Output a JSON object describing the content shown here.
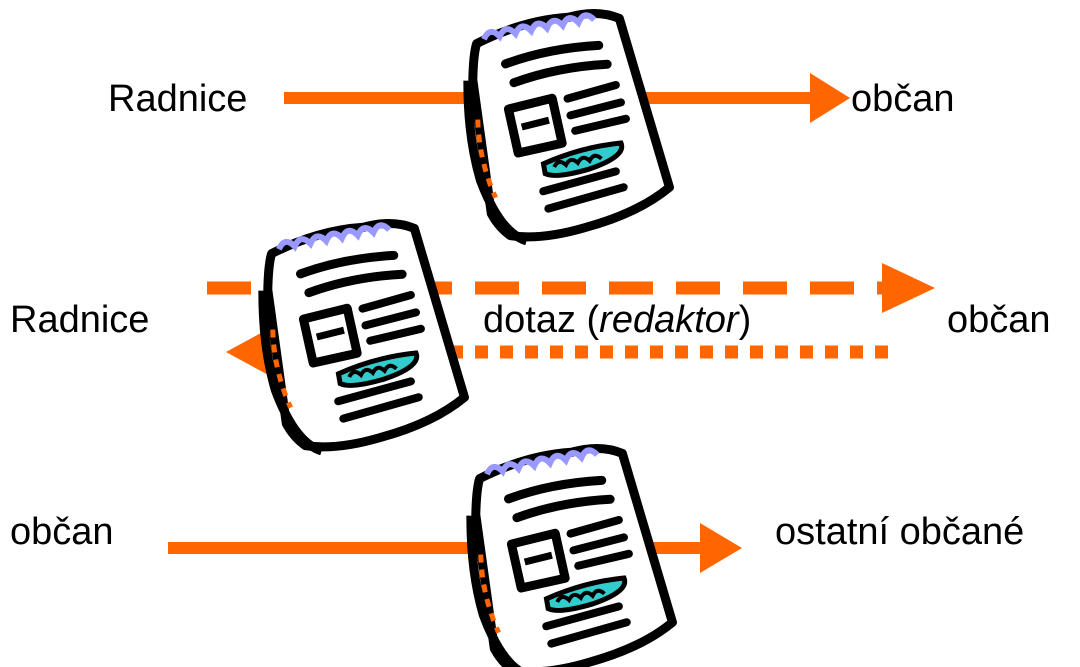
{
  "colors": {
    "arrow": "#ff6600",
    "ink": "#000000",
    "paper": "#ffffff",
    "accent_blue": "#9999ff",
    "accent_cyan": "#33cccc"
  },
  "row1": {
    "from": "Radnice",
    "to": "občan",
    "arrow_style": "solid",
    "direction": "right"
  },
  "row2": {
    "from": "Radnice",
    "to": "občan",
    "middle": {
      "prefix": "dotaz (",
      "italic": "redaktor",
      "suffix": ")"
    },
    "forward_arrow_style": "dashed",
    "return_arrow_style": "dotted"
  },
  "row3": {
    "from": "občan",
    "to": "ostatní občané",
    "arrow_style": "solid",
    "direction": "right"
  },
  "icons": [
    "newspaper-icon",
    "newspaper-icon",
    "newspaper-icon"
  ]
}
